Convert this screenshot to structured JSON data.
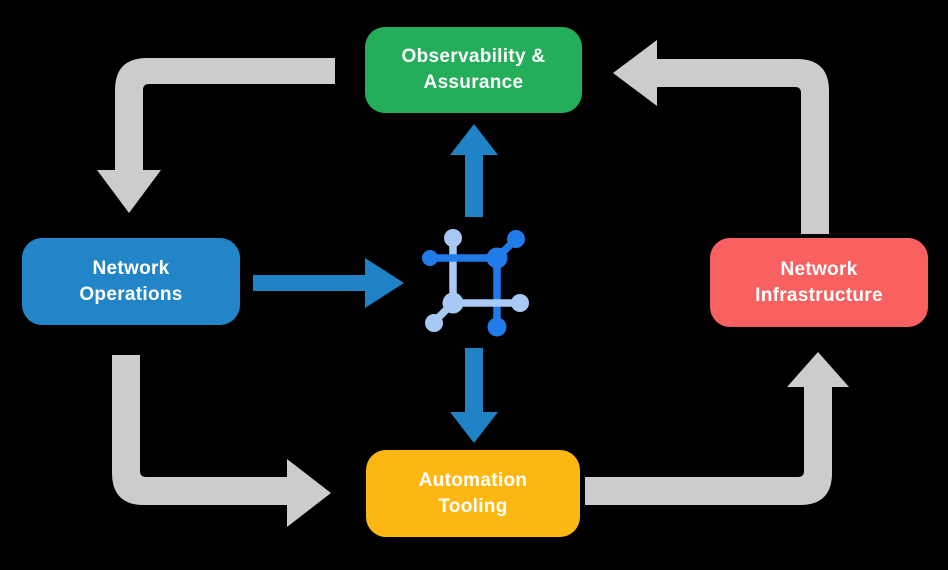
{
  "canvas": {
    "background": "#000000",
    "text_color": "#ffffff"
  },
  "nodes": {
    "observability": {
      "label": "Observability &\nAssurance",
      "color": "#24ae59"
    },
    "operations": {
      "label": "Network\nOperations",
      "color": "#2185c7"
    },
    "infrastructure": {
      "label": "Network\nInfrastructure",
      "color": "#f96060"
    },
    "automation": {
      "label": "Automation\nTooling",
      "color": "#fcb713"
    }
  },
  "colors": {
    "arrow_gray": "#cccccc",
    "flow_blue": "#1f83c6",
    "icon_dark_blue": "#217cea",
    "icon_light_blue": "#a8c9f5"
  },
  "icon": {
    "name": "network-fabric-icon"
  }
}
